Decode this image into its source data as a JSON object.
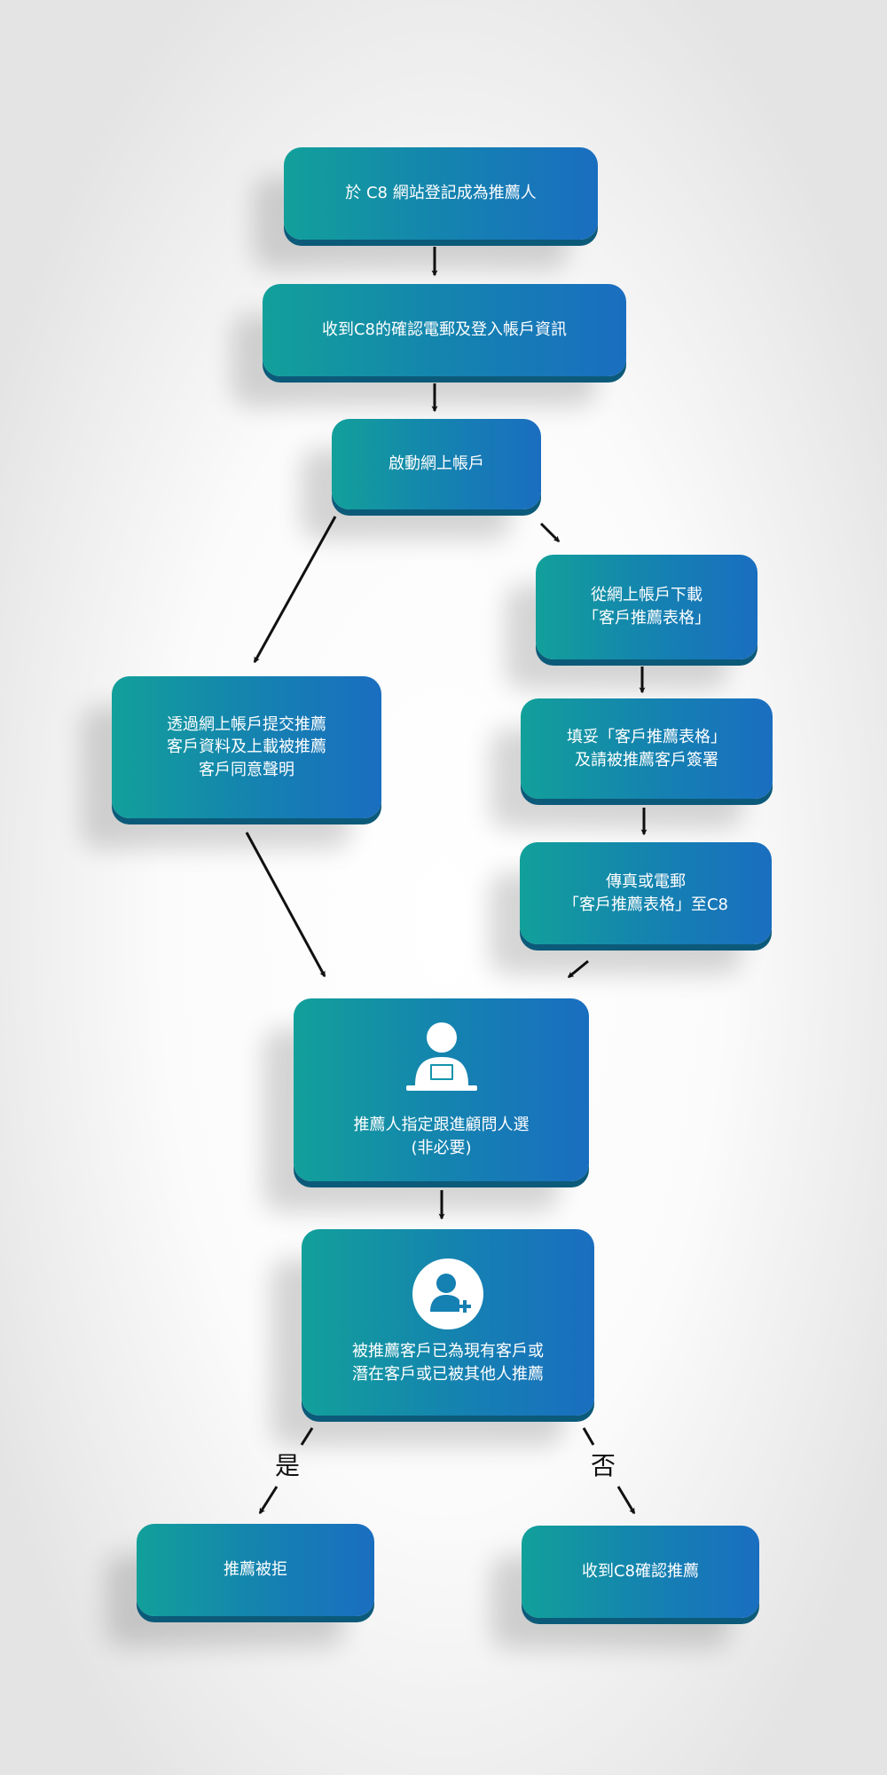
{
  "steps": {
    "register": "於 C8 網站登記成為推薦人",
    "confirm_email": "收到C8的確認電郵及登入帳戶資訊",
    "activate": "啟動網上帳戶",
    "download_form": "從網上帳戶下載\n「客戶推薦表格」",
    "submit_online": "透過網上帳戶提交推薦\n客戶資料及上載被推薦\n客戶同意聲明",
    "fill_form": "填妥「客戶推薦表格」\n及請被推薦客戶簽署",
    "fax_email": "傳真或電郵\n「客戶推薦表格」至C8",
    "assign_advisor": "推薦人指定跟進顧問人選\n(非必要)",
    "existing_client_check": "被推薦客戶已為現有客戶或\n潛在客戶或已被其他人推薦",
    "rejected": "推薦被拒",
    "accepted": "收到C8確認推薦"
  },
  "branches": {
    "yes": "是",
    "no": "否"
  },
  "icons": {
    "advisor": "person-at-desk-icon",
    "add_client": "add-user-icon"
  },
  "colors": {
    "box_start": "#12a09a",
    "box_end": "#1a6ec0",
    "box_edge": "#0c5a7a",
    "arrow": "#111111"
  }
}
